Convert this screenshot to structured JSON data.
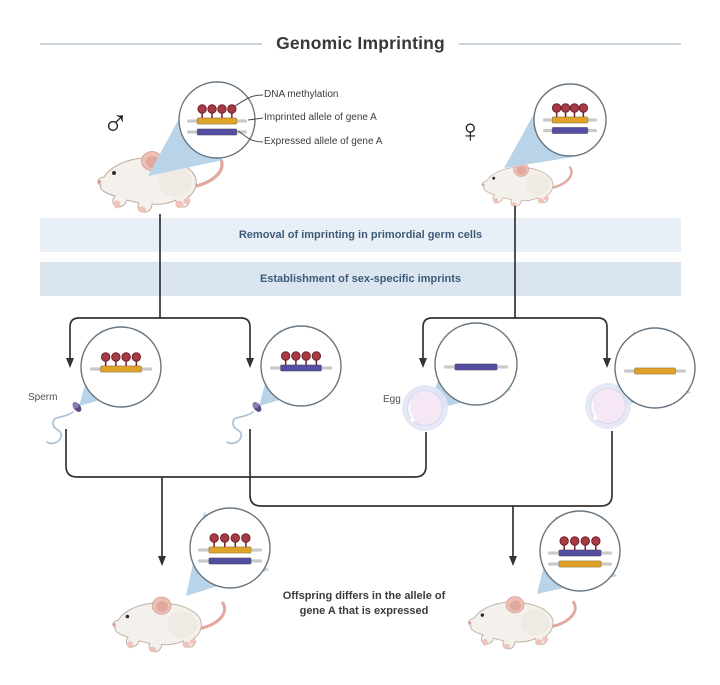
{
  "title": "Genomic Imprinting",
  "legend": {
    "dna_methylation": "DNA methylation",
    "imprinted": "Imprinted allele of gene A",
    "expressed": "Expressed allele of gene A"
  },
  "bands": [
    {
      "label": "Removal of imprinting in primordial germ cells"
    },
    {
      "label": "Establishment of sex-specific imprints"
    }
  ],
  "labels": {
    "male_symbol": "♂",
    "female_symbol": "♀",
    "sperm": "Sperm",
    "egg": "Egg"
  },
  "caption": {
    "line1": "Offspring differs in the allele of",
    "line2": "gene A that is expressed"
  },
  "colors": {
    "imprinted_allele": "#dfa32a",
    "expressed_allele": "#554fa3",
    "methylation": "#a83a44",
    "methylation_outline": "#6f222c",
    "dna_backbone": "#c9c9c9",
    "band1_bg": "#e9eff6",
    "band2_bg": "#dae5f0",
    "band_text": "#3d5b79",
    "arrow": "#333333",
    "circle_outline": "#68757f",
    "magnifier_beam": "#b9d4e9"
  },
  "dna_circles": {
    "male_parent": {
      "alleles": [
        {
          "color_key": "imprinted_allele",
          "methylated": true
        },
        {
          "color_key": "expressed_allele",
          "methylated": false
        }
      ]
    },
    "female_parent": {
      "alleles": [
        {
          "color_key": "imprinted_allele",
          "methylated": true
        },
        {
          "color_key": "expressed_allele",
          "methylated": false
        }
      ]
    },
    "sperm_left": {
      "alleles": [
        {
          "color_key": "imprinted_allele",
          "methylated": true
        }
      ]
    },
    "sperm_right": {
      "alleles": [
        {
          "color_key": "expressed_allele",
          "methylated": true
        }
      ]
    },
    "egg_left": {
      "alleles": [
        {
          "color_key": "expressed_allele",
          "methylated": false
        }
      ]
    },
    "egg_right": {
      "alleles": [
        {
          "color_key": "imprinted_allele",
          "methylated": false
        }
      ]
    },
    "offspring_left": {
      "alleles": [
        {
          "color_key": "imprinted_allele",
          "methylated": true
        },
        {
          "color_key": "expressed_allele",
          "methylated": false
        }
      ]
    },
    "offspring_right": {
      "alleles": [
        {
          "color_key": "expressed_allele",
          "methylated": true
        },
        {
          "color_key": "imprinted_allele",
          "methylated": false
        }
      ]
    }
  }
}
